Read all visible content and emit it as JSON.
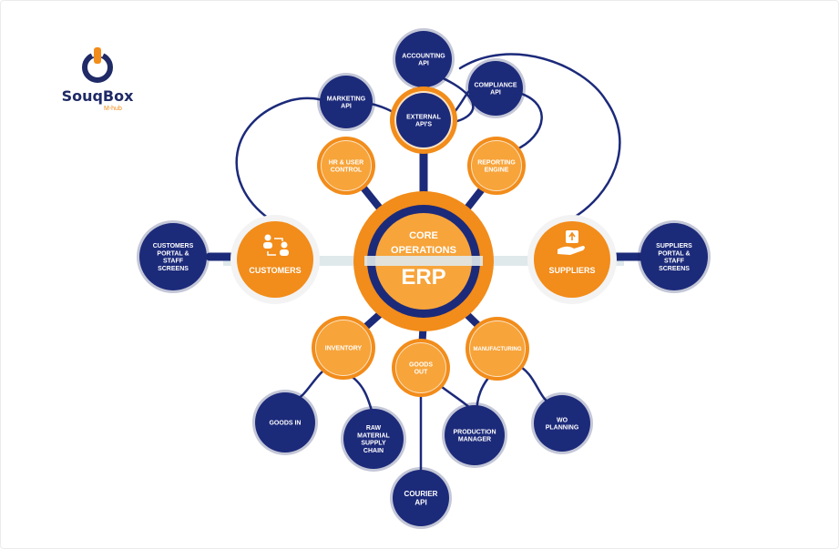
{
  "logo": {
    "name": "SouqBox",
    "sub": "M-hub"
  },
  "core": {
    "line1": "CORE",
    "line2": "OPERATIONS",
    "line3": "ERP"
  },
  "customers": {
    "label": "CUSTOMERS",
    "icon": "people-exchange-icon"
  },
  "suppliers": {
    "label": "SUPPLIERS",
    "icon": "hand-box-icon"
  },
  "modules": {
    "external_apis": [
      "EXTERNAL",
      "API'S"
    ],
    "hr_user_control": [
      "HR & USER",
      "CONTROL"
    ],
    "reporting_engine": [
      "REPORTING",
      "ENGINE"
    ],
    "inventory": [
      "INVENTORY"
    ],
    "goods_out": [
      "GOODS",
      "OUT"
    ],
    "manufacturing": [
      "MANUFACTURING"
    ]
  },
  "leaves": {
    "accounting_api": [
      "ACCOUNTING",
      "API"
    ],
    "compliance_api": [
      "COMPLIANCE",
      "API"
    ],
    "marketing_api": [
      "MARKETING",
      "API"
    ],
    "customers_portal": [
      "CUSTOMERS",
      "PORTAL &",
      "STAFF",
      "SCREENS"
    ],
    "suppliers_portal": [
      "SUPPLIERS",
      "PORTAL &",
      "STAFF",
      "SCREENS"
    ],
    "goods_in": [
      "GOODS IN"
    ],
    "raw_material": [
      "RAW",
      "MATERIAL",
      "SUPPLY",
      "CHAIN"
    ],
    "courier_api": [
      "COURIER",
      "API"
    ],
    "production_manager": [
      "PRODUCTION",
      "MANAGER"
    ],
    "wo_planning": [
      "WO",
      "PLANNING"
    ]
  },
  "colors": {
    "navy": "#1c2a7a",
    "navy_dark": "#141f5e",
    "orange": "#f28c1a",
    "orange_light": "#f7a43a",
    "ring_light": "#fbe3c4",
    "white": "#ffffff",
    "connector": "#1c2a7a",
    "band": "#dfe9ec"
  }
}
